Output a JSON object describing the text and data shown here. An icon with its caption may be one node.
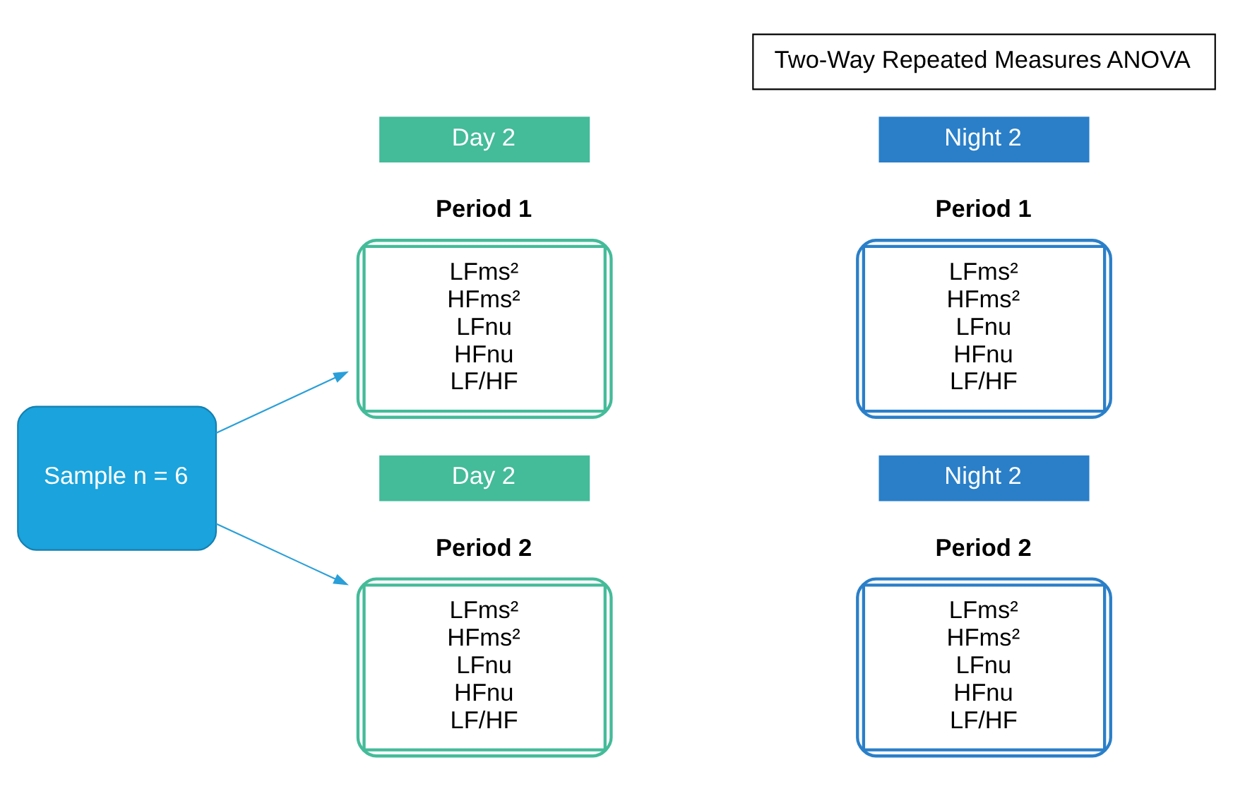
{
  "diagram": {
    "nodes": [
      {
        "text": [
          "Two-Way Repeated Measures ANOVA"
        ]
      },
      {
        "text": [
          "Sample n = 6"
        ]
      },
      {
        "text": [
          "Day 2"
        ]
      },
      {
        "text": [
          "Night 2"
        ]
      },
      {
        "text": [
          "Period 1",
          "LFms²",
          "HFms²",
          "LFnu",
          "HFnu",
          "LF/HF"
        ]
      },
      {
        "text": [
          "Period 1",
          "LFms²",
          "HFms²",
          "LFnu",
          "HFnu",
          "LF/HF"
        ]
      },
      {
        "text": [
          "Day 2"
        ]
      },
      {
        "text": [
          "Night 2"
        ]
      },
      {
        "text": [
          "Period 2",
          "LFms²",
          "HFms²",
          "LFnu",
          "HFnu",
          "LF/HF"
        ]
      },
      {
        "text": [
          "Period 2",
          "LFms²",
          "HFms²",
          "LFnu",
          "HFnu",
          "LF/HF"
        ]
      }
    ],
    "edges": [
      {
        "from": 1,
        "to": 4,
        "arrow": "to"
      },
      {
        "from": 1,
        "to": 8,
        "arrow": "to"
      }
    ]
  }
}
